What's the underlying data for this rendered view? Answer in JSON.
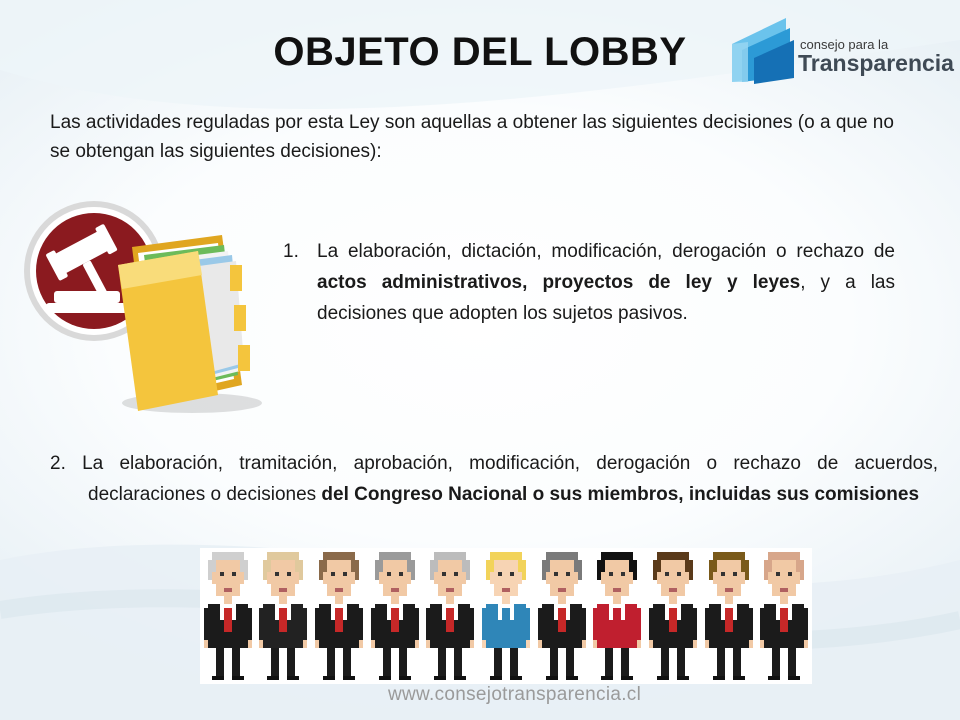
{
  "slide": {
    "title": "OBJETO DEL LOBBY",
    "logo": {
      "line1": "consejo para la",
      "line2": "Transparencia"
    },
    "intro": "Las actividades reguladas por esta Ley son aquellas a obtener las siguientes decisiones (o a que no se obtengan las siguientes decisiones):",
    "items": [
      {
        "number": "1.",
        "text_before": "La elaboración, dictación, modificación, derogación o rechazo de ",
        "bold": "actos administrativos, proyectos de ley y leyes",
        "text_after": ", y a las decisiones que adopten los sujetos pasivos."
      },
      {
        "number": "2.",
        "text_before": " La elaboración, tramitación, aprobación, modificación, derogación o rechazo de acuerdos, declaraciones o decisiones ",
        "bold": "del Congreso Nacional o sus miembros, incluidas sus comisiones",
        "text_after": ""
      }
    ],
    "footer_url": "www.consejotransparencia.cl"
  },
  "icons": {
    "gavel": "gavel-icon",
    "folder": "folder-icon"
  },
  "colors": {
    "gavel_badge": "#8b1a1f",
    "folder": "#f2c23a",
    "logo_blue": "#1f8fd0",
    "logo_text": "#3f4a55"
  },
  "people": [
    {
      "hair": "#cfcfcf",
      "skin": "#f1c9a5",
      "suit": "#1b1b1b",
      "tie": "#c62828",
      "shirt": "#ffffff"
    },
    {
      "hair": "#e0c99d",
      "skin": "#f1c9a5",
      "suit": "#222222",
      "tie": "#c62828",
      "shirt": "#ffffff"
    },
    {
      "hair": "#8a6a4a",
      "skin": "#f1c9a5",
      "suit": "#1b1b1b",
      "tie": "#c62828",
      "shirt": "#ffffff"
    },
    {
      "hair": "#9a9a9a",
      "skin": "#f1c9a5",
      "suit": "#1b1b1b",
      "tie": "#c62828",
      "shirt": "#ffffff"
    },
    {
      "hair": "#bcbcbc",
      "skin": "#f1c9a5",
      "suit": "#1b1b1b",
      "tie": "#c62828",
      "shirt": "#ffffff"
    },
    {
      "hair": "#f2d35a",
      "skin": "#f7d4b4",
      "suit": "#2f86b8",
      "tie": "#2f86b8",
      "shirt": "#ffffff"
    },
    {
      "hair": "#7a7a7a",
      "skin": "#f1c9a5",
      "suit": "#1b1b1b",
      "tie": "#c62828",
      "shirt": "#ffffff"
    },
    {
      "hair": "#111111",
      "skin": "#f1c9a5",
      "suit": "#c01f2f",
      "tie": "#c01f2f",
      "shirt": "#ffffff"
    },
    {
      "hair": "#5a3a1a",
      "skin": "#f1c9a5",
      "suit": "#1b1b1b",
      "tie": "#c62828",
      "shirt": "#ffffff"
    },
    {
      "hair": "#7a5a1a",
      "skin": "#f1c9a5",
      "suit": "#1b1b1b",
      "tie": "#c62828",
      "shirt": "#ffffff"
    },
    {
      "hair": "#d7a68a",
      "skin": "#f1c9a5",
      "suit": "#1b1b1b",
      "tie": "#c62828",
      "shirt": "#ffffff"
    }
  ]
}
